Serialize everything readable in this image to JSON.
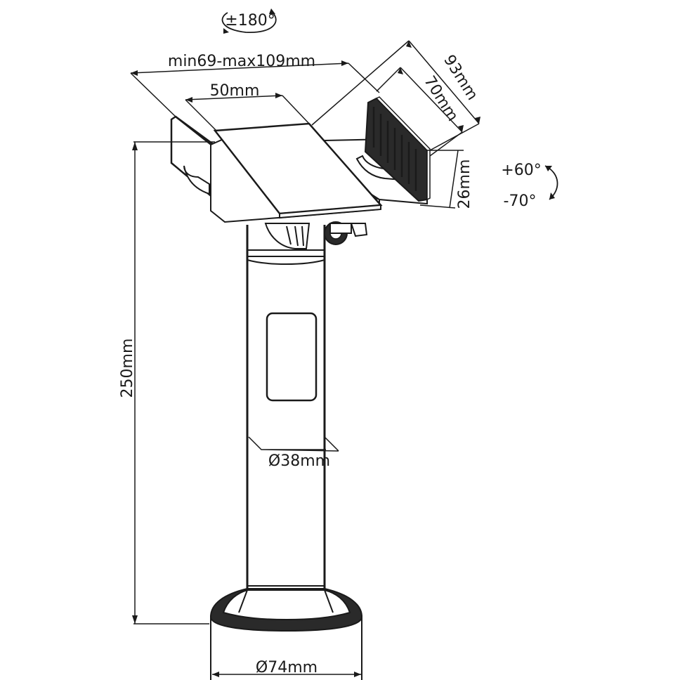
{
  "dimensions": {
    "rotation_pan": "±180°",
    "clamp_width": "min69-max109mm",
    "plate_width": "50mm",
    "arm_length": "93mm",
    "grip_length": "70mm",
    "grip_height": "26mm",
    "tilt_up": "+60°",
    "tilt_down": "-70°",
    "pole_height": "250mm",
    "pole_diameter": "Ø38mm",
    "base_diameter": "Ø74mm"
  }
}
